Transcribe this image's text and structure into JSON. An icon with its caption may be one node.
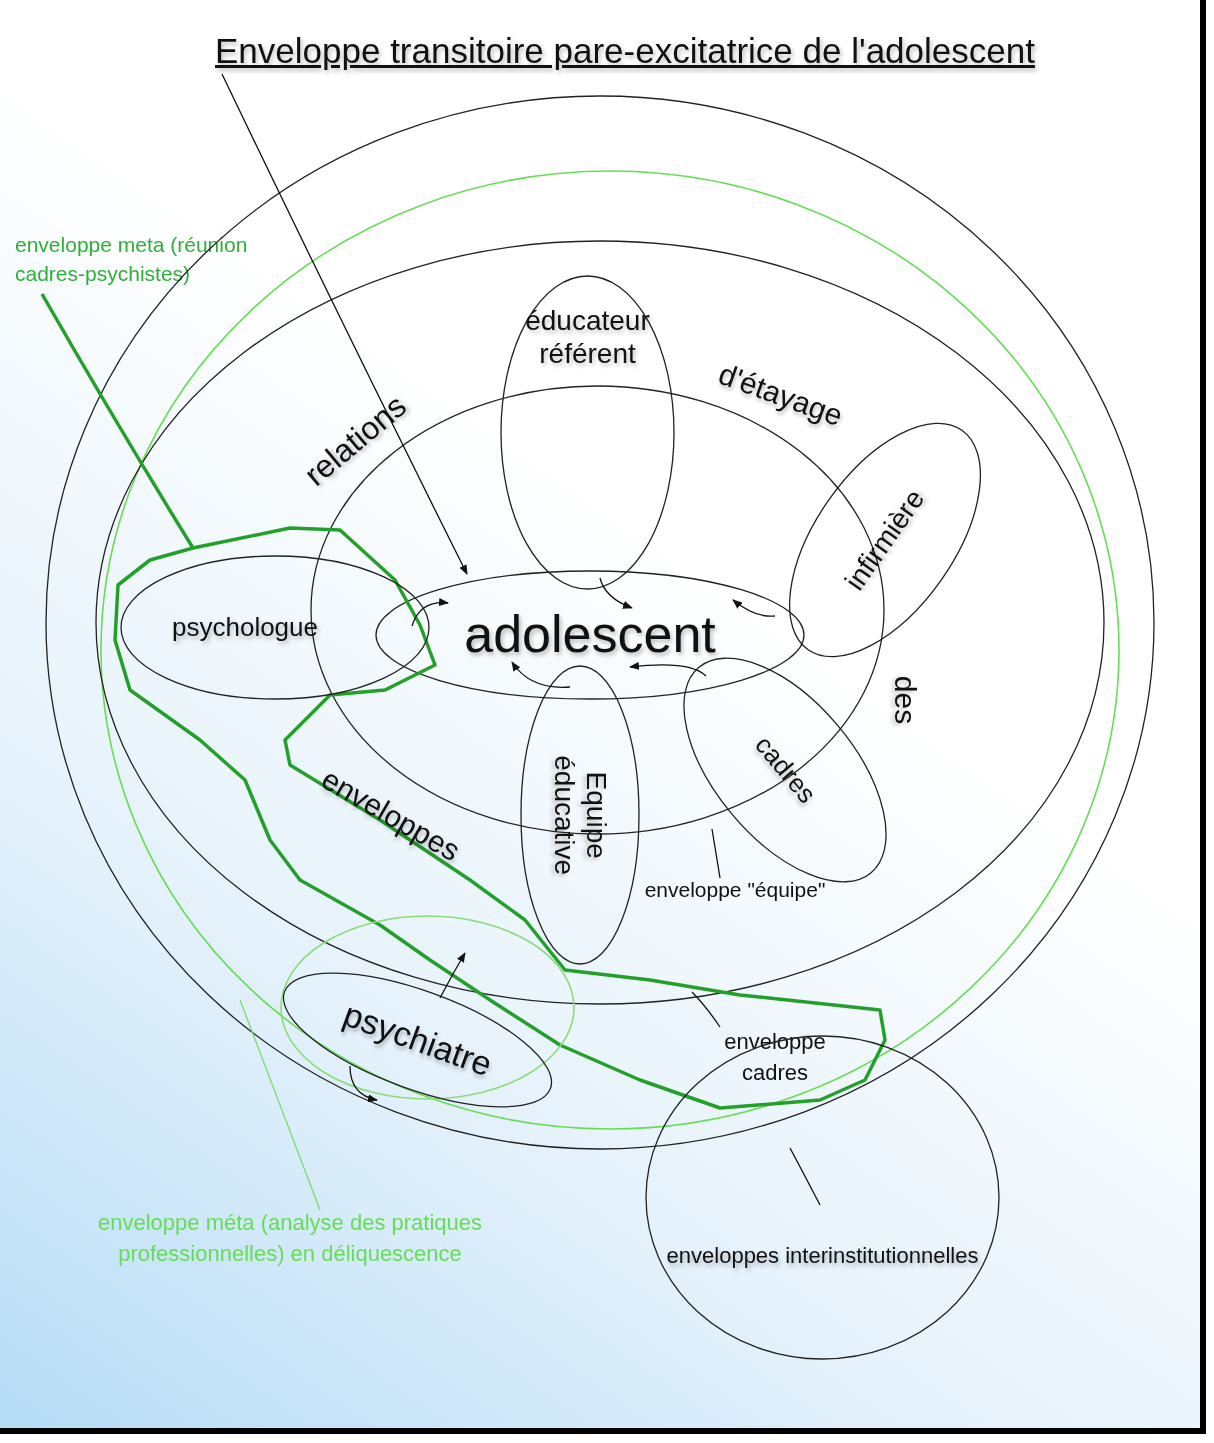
{
  "diagram": {
    "nodes": [
      {
        "text": [
          "Enveloppe transitoire pare-excitatrice de l'adolescent"
        ]
      },
      {
        "text": [
          "enveloppe meta (réunion cadres-psychistes)"
        ]
      },
      {
        "text": [],
        "shape": "circle"
      },
      {
        "text": [],
        "shape": "circle",
        "in": 2
      },
      {
        "text": [],
        "shape": "ellipse",
        "in": 3
      },
      {
        "text": [],
        "shape": "ellipse",
        "in": 4
      },
      {
        "text": [
          "éducateur référent"
        ],
        "in": 4
      },
      {
        "text": [
          "infirmière"
        ],
        "in": 4
      },
      {
        "text": [
          "psychologue"
        ],
        "in": 10
      },
      {
        "text": [
          "adolescent"
        ],
        "in": 5
      },
      {
        "text": [],
        "shape": "polygon",
        "in": 3
      },
      {
        "text": [
          "cadres"
        ],
        "in": 4
      },
      {
        "text": [
          "Equipe éducative"
        ],
        "in": 4
      },
      {
        "text": [
          "enveloppe \"équipe\""
        ],
        "in": 4
      },
      {
        "text": [
          "psychiatre"
        ],
        "in": 15
      },
      {
        "text": [],
        "shape": "circle",
        "in": 3
      },
      {
        "text": [
          "enveloppe cadres"
        ]
      },
      {
        "text": [
          "enveloppes interinstitutionnelles"
        ]
      },
      {
        "text": [
          "enveloppe méta (analyse des pratiques professionnelles) en déliquescence"
        ]
      }
    ],
    "edges": [
      {
        "from": 0,
        "to": 9,
        "arrow": "to"
      },
      {
        "from": 8,
        "to": 9,
        "arrow": "to"
      },
      {
        "from": 6,
        "to": 9,
        "arrow": "to"
      },
      {
        "from": 7,
        "to": 9,
        "arrow": "to"
      },
      {
        "from": 11,
        "to": 9,
        "arrow": "to"
      },
      {
        "from": 12,
        "to": 9,
        "arrow": "to"
      },
      {
        "from": 14,
        "to": 15,
        "arrow": "to"
      },
      {
        "from": 14,
        "to": 15,
        "arrow": "to"
      },
      {
        "from": 1,
        "to": 10,
        "arrow": "none",
        "style": "thick",
        "color": "#22a02a"
      },
      {
        "from": 13,
        "to": 5,
        "arrow": "none"
      },
      {
        "from": 16,
        "to": 4,
        "arrow": "none"
      },
      {
        "from": 17,
        "to": 2,
        "arrow": "none"
      },
      {
        "from": 18,
        "to": 3,
        "arrow": "none",
        "color": "#77dd66"
      }
    ],
    "labels": [
      "relations",
      "d'étayage",
      "des",
      "enveloppes"
    ]
  }
}
